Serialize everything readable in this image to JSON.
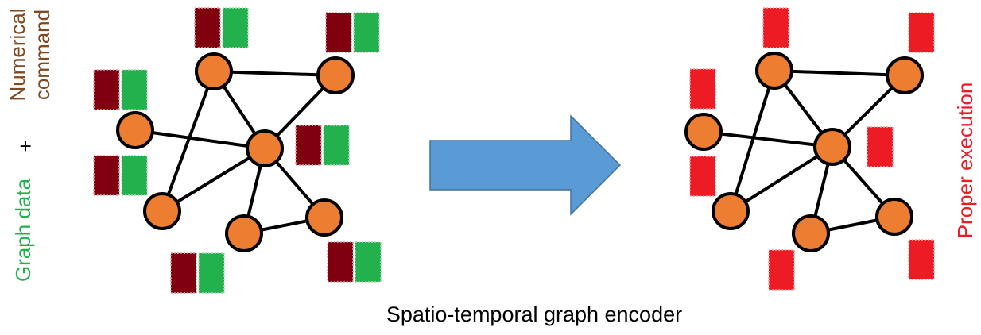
{
  "labels": {
    "numerical_line1": "Numerical",
    "numerical_line2": "command",
    "plus": "+",
    "graph_data": "Graph data",
    "proper_execution": "Proper execution",
    "caption": "Spatio-temporal graph encoder"
  },
  "colors": {
    "numerical": "#7f4a1f",
    "graph_data": "#22b14c",
    "proper_execution": "#ed1c24",
    "node_fill": "#ed7d31",
    "node_stroke": "#000000",
    "edge": "#000000",
    "command_block": "#800010",
    "graph_block": "#22b14c",
    "output_block": "#ed1c24",
    "arrow_fill": "#5b9bd5",
    "arrow_stroke": "#41719c",
    "plus": "#000000",
    "caption": "#000000"
  },
  "graph": {
    "nodes": [
      "n1",
      "n2",
      "n3",
      "n4",
      "n5",
      "n6",
      "n7"
    ],
    "edges": [
      [
        "n1",
        "n2"
      ],
      [
        "n1",
        "n4"
      ],
      [
        "n1",
        "n5"
      ],
      [
        "n2",
        "n4"
      ],
      [
        "n3",
        "n4"
      ],
      [
        "n4",
        "n5"
      ],
      [
        "n4",
        "n6"
      ],
      [
        "n4",
        "n7"
      ],
      [
        "n6",
        "n7"
      ]
    ]
  },
  "icons": [
    "graph-input-icon",
    "transform-arrow-icon",
    "graph-output-icon"
  ]
}
